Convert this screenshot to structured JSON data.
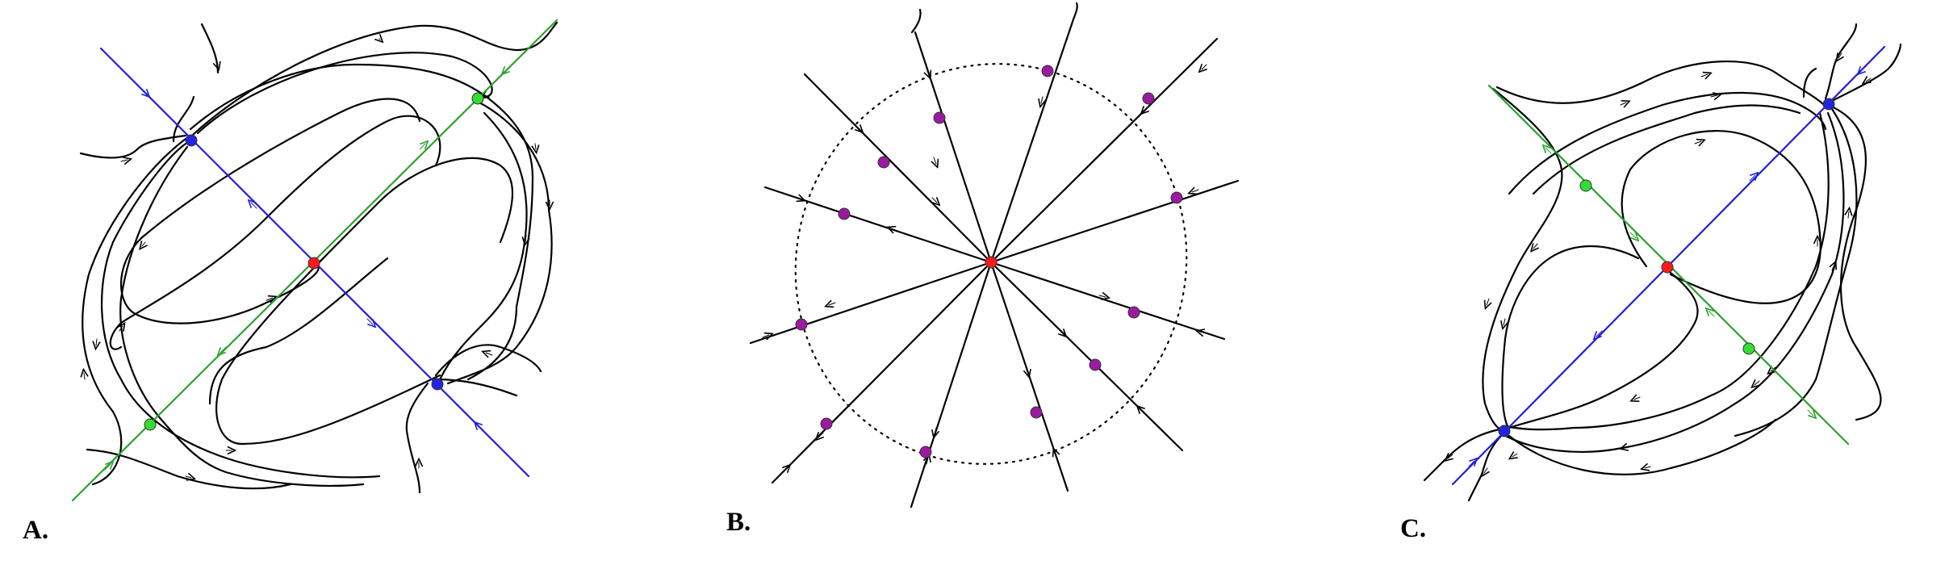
{
  "figure": {
    "colors": {
      "trajectory": "#000000",
      "blue_line": "#1f1fd6",
      "green_line": "#2ea02e",
      "red_point": "#ff1a1a",
      "blue_point": "#2323e0",
      "green_point": "#33dd33",
      "purple_point": "#9a1aa0"
    },
    "panels": [
      {
        "id": "A",
        "label": "A."
      },
      {
        "id": "B",
        "label": "B."
      },
      {
        "id": "C",
        "label": "C."
      }
    ]
  }
}
